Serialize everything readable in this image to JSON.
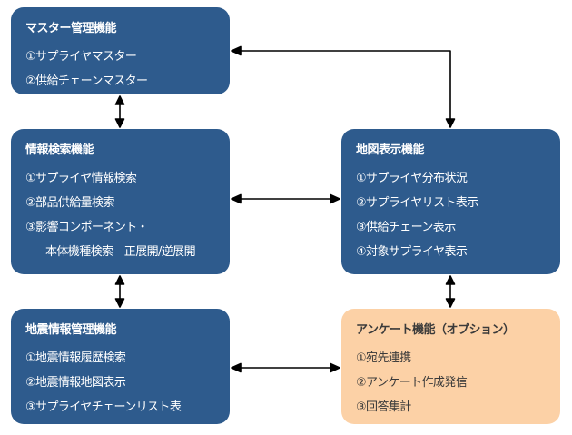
{
  "colors": {
    "box_blue": "#2e5b8d",
    "box_orange": "#fcd1a6",
    "arrow": "#000000"
  },
  "boxes": {
    "master": {
      "title": "マスター管理機能",
      "items": [
        "①サプライヤマスター",
        "②供給チェーンマスター"
      ]
    },
    "search": {
      "title": "情報検索機能",
      "items": [
        "①サプライヤ情報検索",
        "②部品供給量検索",
        "③影響コンポーネント・",
        "本体機種検索　正展開/逆展開"
      ]
    },
    "quake": {
      "title": "地震情報管理機能",
      "items": [
        "①地震情報履歴検索",
        "②地震情報地図表示",
        "③サプライヤチェーンリスト表"
      ]
    },
    "map": {
      "title": "地図表示機能",
      "items": [
        "①サプライヤ分布状況",
        "②サプライヤリスト表示",
        "③供給チェーン表示",
        "④対象サプライヤ表示"
      ]
    },
    "survey": {
      "title": "アンケート機能（オプション）",
      "items": [
        "①宛先連携",
        "②アンケート作成発信",
        "③回答集計"
      ]
    }
  }
}
